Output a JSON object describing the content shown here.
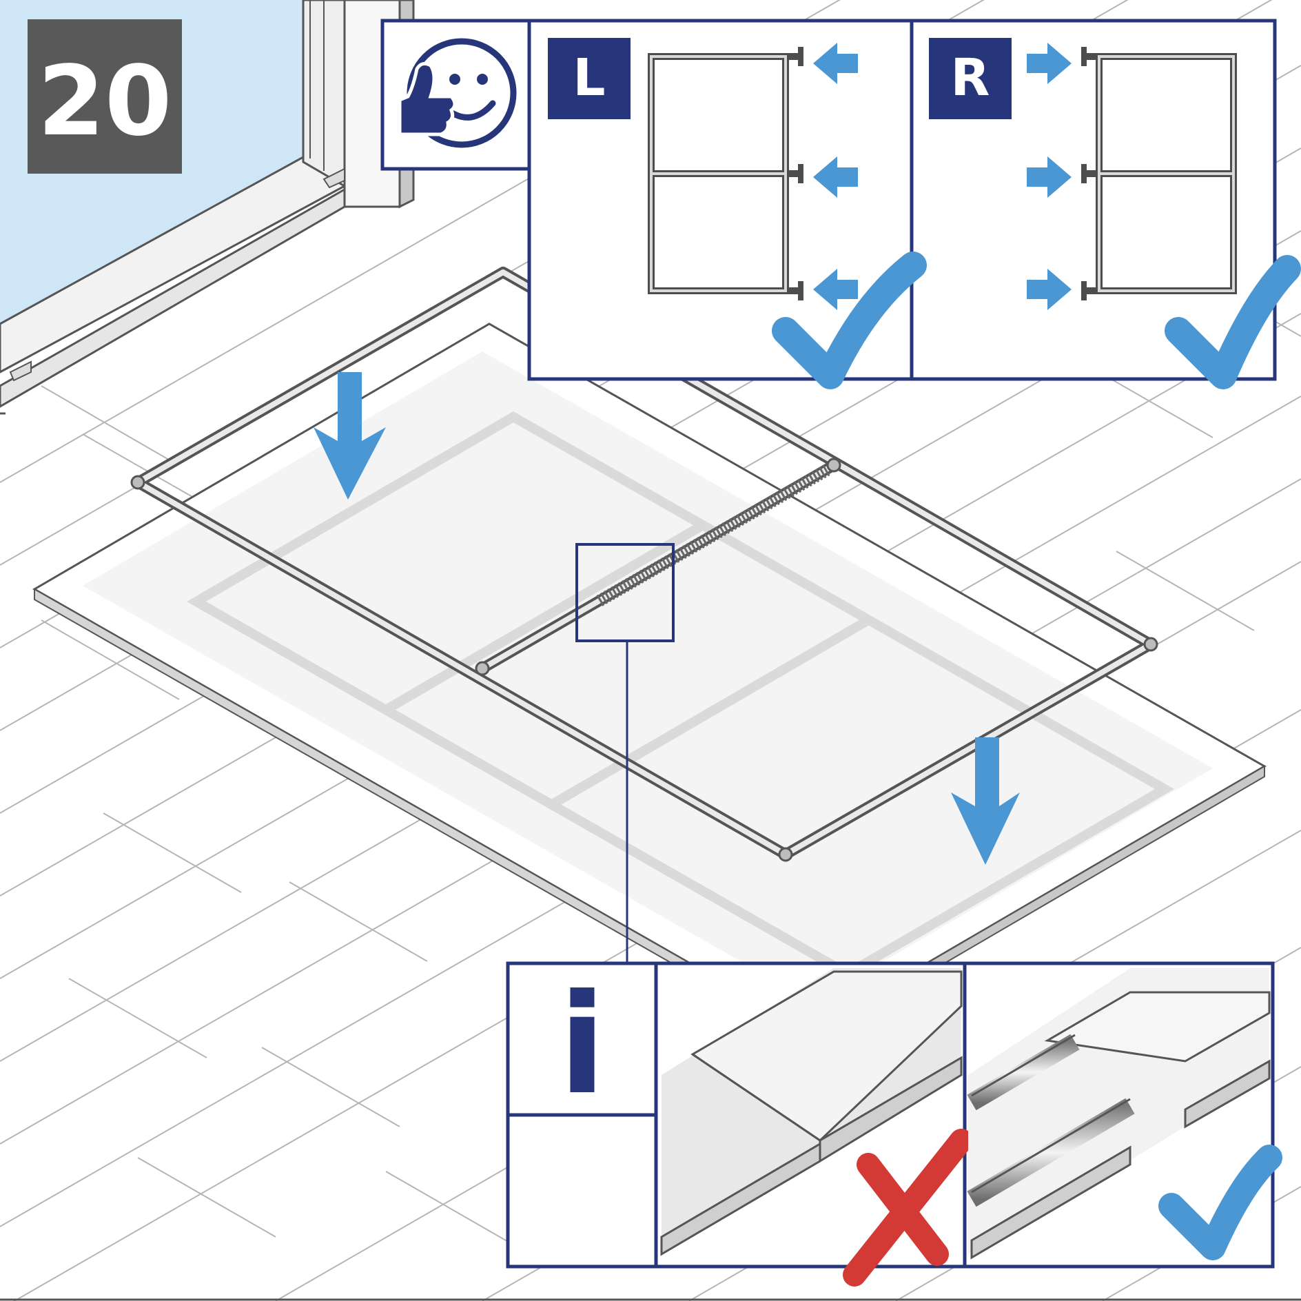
{
  "step": {
    "number": "20"
  },
  "thumbs_panel": {
    "icon": "thumbs-up-smiley-icon"
  },
  "variants": [
    {
      "label": "L",
      "arrow_direction": "right-to-left",
      "icon": "check-icon"
    },
    {
      "label": "R",
      "arrow_direction": "left-to-right",
      "icon": "check-icon"
    }
  ],
  "info_panel": {
    "symbol": "i",
    "wrong": {
      "icon": "cross-icon"
    },
    "correct": {
      "icon": "check-icon"
    }
  },
  "colors": {
    "navy": "#27367a",
    "blue_accent": "#4a97d4",
    "red_cross": "#d33a35",
    "step_badge": "#595959",
    "frame_grey": "#9a9a9a",
    "window_glass": "#cfe6f6"
  }
}
